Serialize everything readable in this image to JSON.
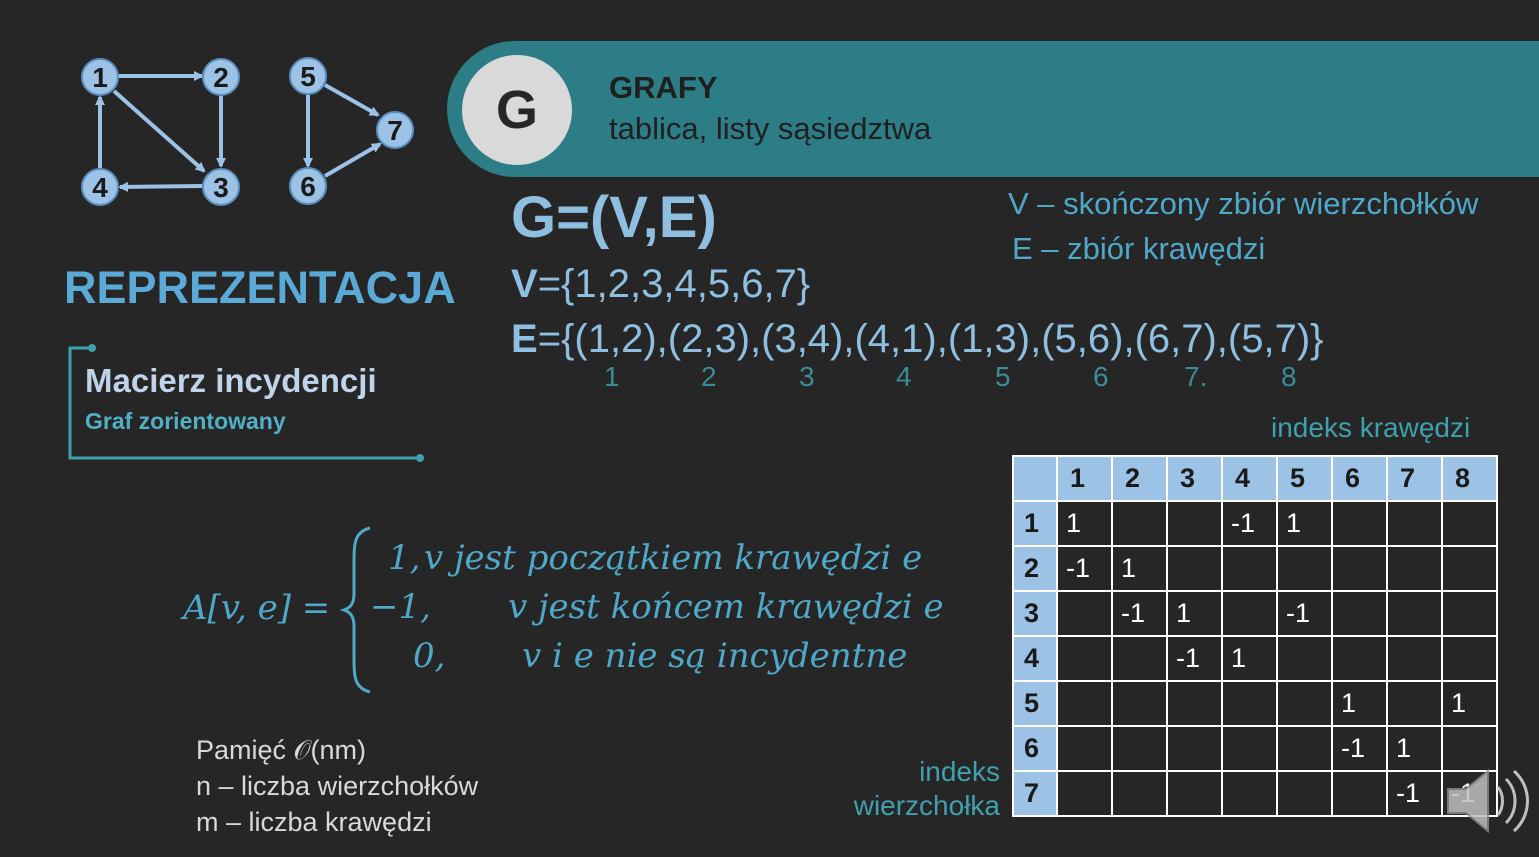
{
  "header": {
    "badge_letter": "G",
    "title": "GRAFY",
    "subtitle": "tablica, listy sąsiedztwa"
  },
  "graph_example": {
    "nodes": [
      "1",
      "2",
      "3",
      "4",
      "5",
      "6",
      "7"
    ],
    "edges": [
      [
        "1",
        "2"
      ],
      [
        "2",
        "3"
      ],
      [
        "3",
        "4"
      ],
      [
        "4",
        "1"
      ],
      [
        "1",
        "3"
      ],
      [
        "5",
        "6"
      ],
      [
        "6",
        "7"
      ],
      [
        "5",
        "7"
      ]
    ]
  },
  "section_title": "REPREZENTACJA",
  "box": {
    "title": "Macierz incydencji",
    "subtitle": "Graf zorientowany"
  },
  "definition": {
    "g_eq": "G=(V,E)",
    "v_set_label": "V",
    "v_set_value": "={1,2,3,4,5,6,7}",
    "e_set_label": "E",
    "e_set_value": "={(1,2),(2,3),(3,4),(4,1),(1,3),(5,6),(6,7),(5,7)}",
    "edge_indices": [
      "1",
      "2",
      "3",
      "4",
      "5",
      "6",
      "7.",
      "8"
    ],
    "v_desc": "V – skończony zbiór wierzchołków",
    "e_desc": "E – zbiór krawędzi"
  },
  "formula": {
    "lhs": "A[v, e] =",
    "case1_val": "1,",
    "case1_text": "v jest początkiem krawędzi e",
    "case2_val": "−1,",
    "case2_text": "v jest końcem krawędzi e",
    "case3_val": "0,",
    "case3_text": "v i e nie są incydentne"
  },
  "memory": {
    "line1": "Pamięć 𝒪(nm)",
    "line2": "n – liczba wierzchołków",
    "line3": "m – liczba krawędzi"
  },
  "matrix": {
    "col_label": "indeks krawędzi",
    "row_label_line1": "indeks",
    "row_label_line2": "wierzchołka",
    "col_headers": [
      "1",
      "2",
      "3",
      "4",
      "5",
      "6",
      "7",
      "8"
    ],
    "rows": [
      {
        "header": "1",
        "cells": [
          "1",
          "",
          "",
          "-1",
          "1",
          "",
          "",
          ""
        ]
      },
      {
        "header": "2",
        "cells": [
          "-1",
          "1",
          "",
          "",
          "",
          "",
          "",
          ""
        ]
      },
      {
        "header": "3",
        "cells": [
          "",
          "-1",
          "1",
          "",
          "-1",
          "",
          "",
          ""
        ]
      },
      {
        "header": "4",
        "cells": [
          "",
          "",
          "-1",
          "1",
          "",
          "",
          "",
          ""
        ]
      },
      {
        "header": "5",
        "cells": [
          "",
          "",
          "",
          "",
          "",
          "1",
          "",
          "1"
        ]
      },
      {
        "header": "6",
        "cells": [
          "",
          "",
          "",
          "",
          "",
          "-1",
          "1",
          ""
        ]
      },
      {
        "header": "7",
        "cells": [
          "",
          "",
          "",
          "",
          "",
          "",
          "-1",
          "-1"
        ]
      }
    ]
  },
  "colors": {
    "background": "#262626",
    "banner": "#2d7d87",
    "node_fill": "#9cc3e6",
    "accent_blue": "#8fbfe0",
    "accent_teal": "#3fa0ae"
  },
  "icons": {
    "speaker": "speaker-icon"
  }
}
